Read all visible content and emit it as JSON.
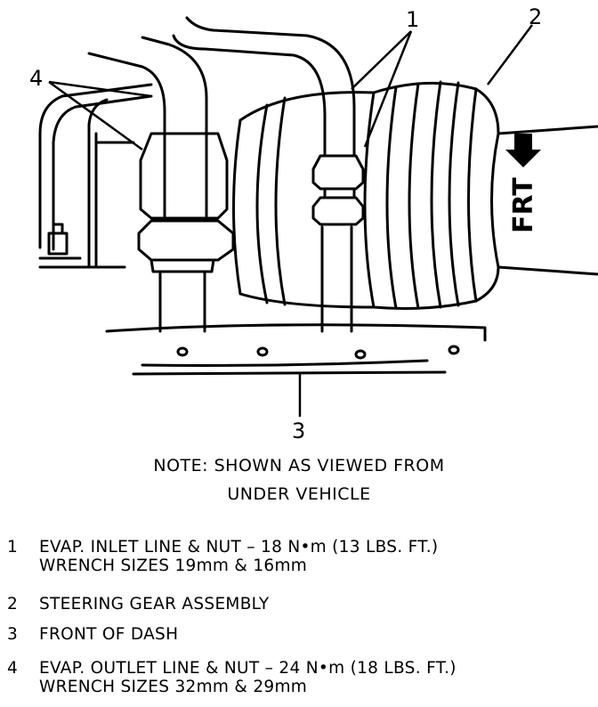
{
  "diagram": {
    "callouts": [
      "1",
      "2",
      "3",
      "4"
    ],
    "direction_label": "FRT",
    "note_lines": [
      "NOTE: SHOWN AS VIEWED FROM",
      "UNDER VEHICLE"
    ]
  },
  "legend": [
    {
      "number": "1",
      "lines": [
        "EVAP. INLET LINE & NUT – 18 N•m (13 LBS. FT.)",
        "WRENCH SIZES 19mm & 16mm"
      ]
    },
    {
      "number": "2",
      "lines": [
        "STEERING GEAR ASSEMBLY"
      ]
    },
    {
      "number": "3",
      "lines": [
        "FRONT OF DASH"
      ]
    },
    {
      "number": "4",
      "lines": [
        "EVAP. OUTLET LINE & NUT – 24 N•m (18 LBS. FT.)",
        "WRENCH SIZES 32mm & 29mm"
      ]
    }
  ]
}
